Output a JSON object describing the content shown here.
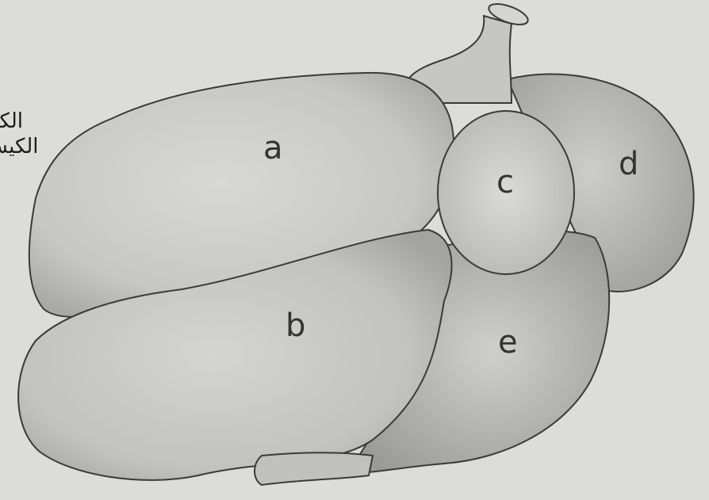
{
  "side_text": [
    "الكبد",
    "الكيس"
  ],
  "labels": {
    "a": "a",
    "b": "b",
    "c": "c",
    "d": "d",
    "e": "e"
  },
  "colors": {
    "paper": "#dcdcd8",
    "outline": "#3a3a3a",
    "lobe_light": "#cfcfcb",
    "lobe_mid": "#bcbcb8",
    "lobe_dark": "#a9a9a5"
  }
}
